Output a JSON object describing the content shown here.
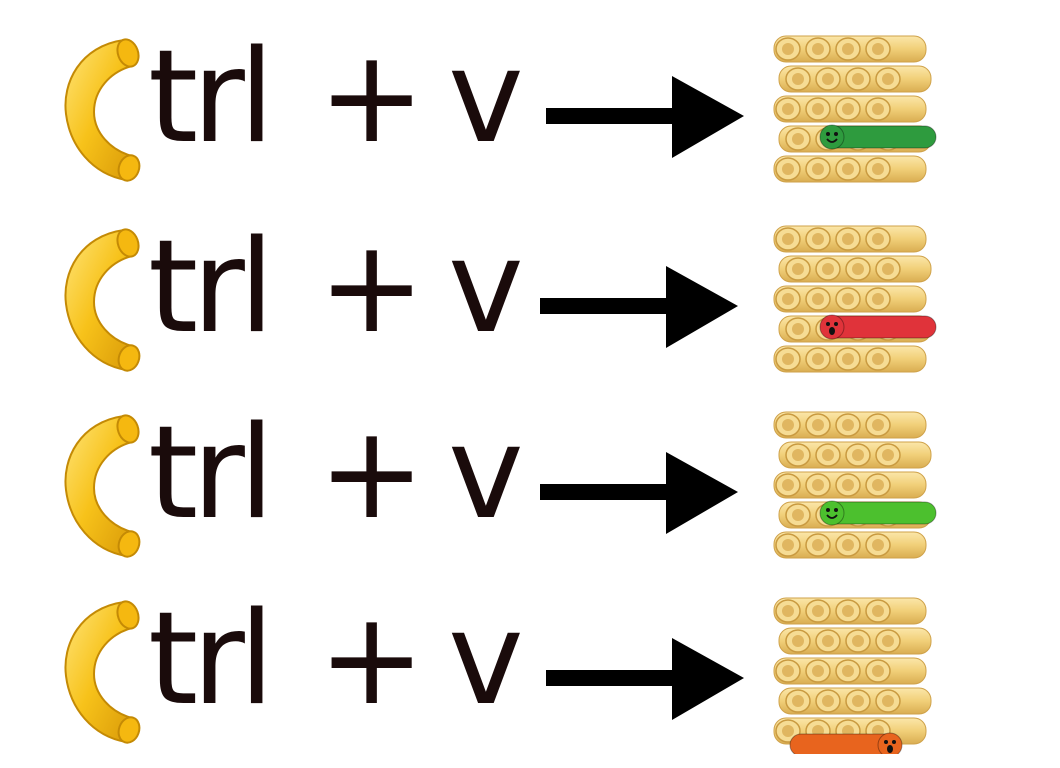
{
  "rows": [
    {
      "ctrl": "trl",
      "plus": "+",
      "key": "v",
      "worm_color": "#2e9b3e",
      "worm_face": "smiling"
    },
    {
      "ctrl": "trl",
      "plus": "+",
      "key": "v",
      "worm_color": "#e0333a",
      "worm_face": "surprised"
    },
    {
      "ctrl": "trl",
      "plus": "+",
      "key": "v",
      "worm_color": "#4cc02e",
      "worm_face": "smiling"
    },
    {
      "ctrl": "trl",
      "plus": "+",
      "key": "v",
      "worm_color": "#e8641e",
      "worm_face": "screaming"
    }
  ],
  "colors": {
    "text": "#1a0b0b",
    "macaroni": "#f7c21a",
    "pasta": "#f3d78a",
    "arrow": "#000000"
  },
  "icons": {
    "macaroni": "macaroni-icon",
    "arrow": "right-arrow-icon",
    "pasta": "pasta-stack-image"
  }
}
